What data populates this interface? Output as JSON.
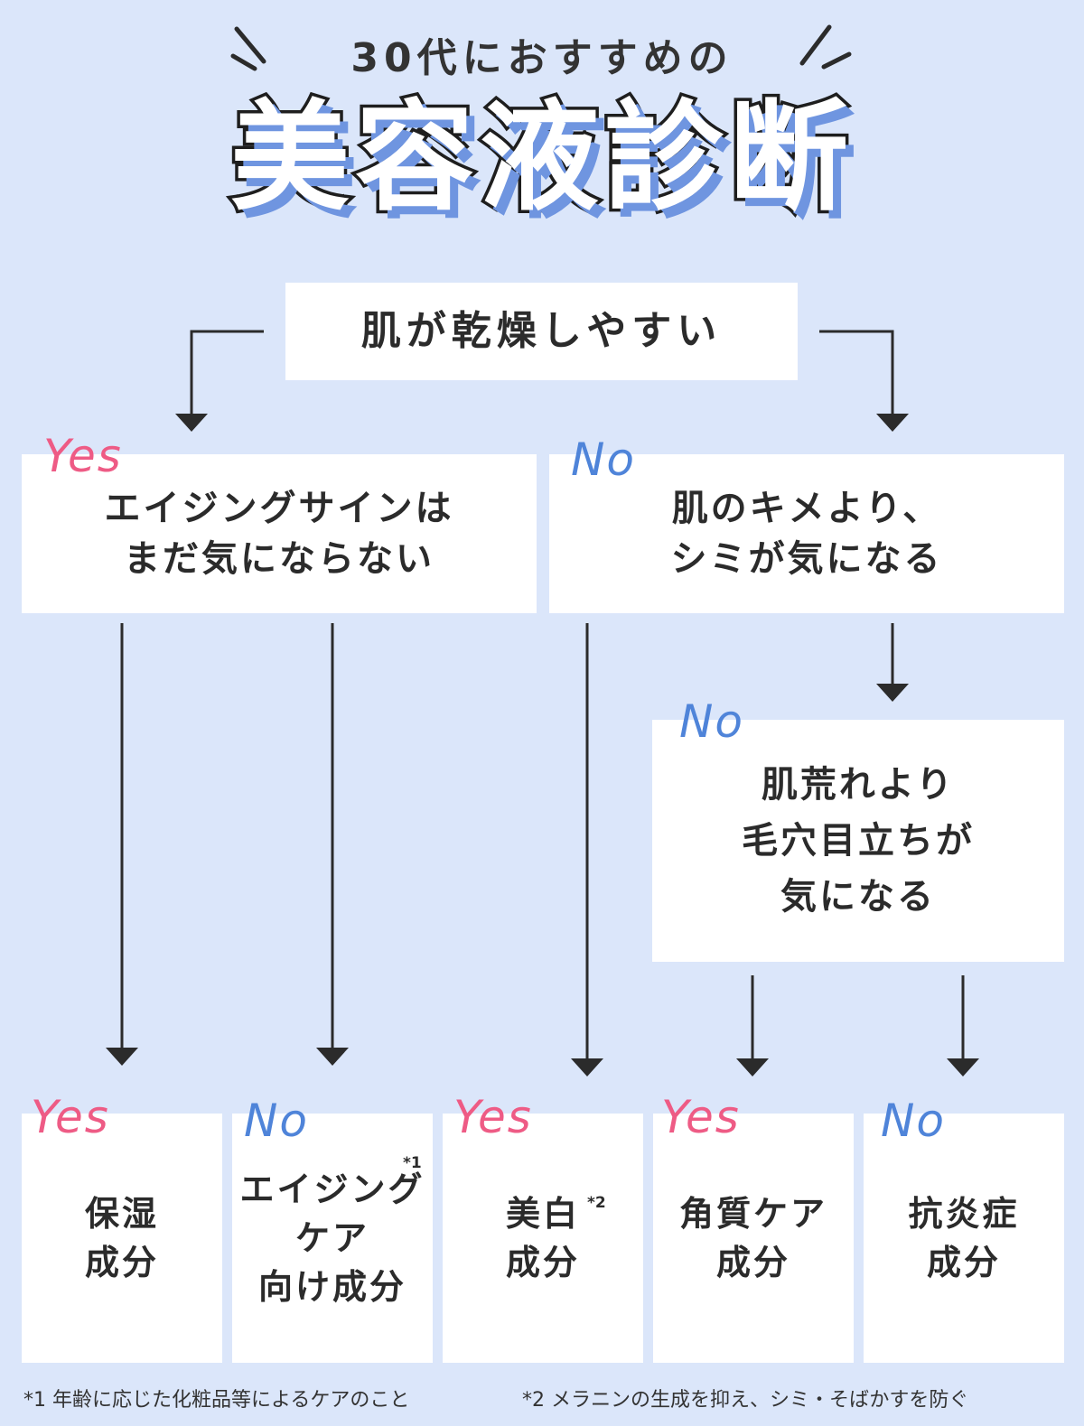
{
  "header": {
    "subtitle": "30代におすすめの",
    "title": "美容液診断"
  },
  "questions": {
    "q1": "肌が乾燥しやすい",
    "q2_yes": "エイジングサインは\nまだ気にならない",
    "q2_no": "肌のキメより、\nシミが気になる",
    "q3": "肌荒れより\n毛穴目立ちが\n気になる"
  },
  "labels": {
    "yes": "Yes",
    "no": "No"
  },
  "results": [
    {
      "tag": "Yes",
      "text": "保湿\n成分",
      "mark": ""
    },
    {
      "tag": "No",
      "text": "エイジング\nケア\n向け成分",
      "mark": "*1"
    },
    {
      "tag": "Yes",
      "text": "美白\n成分",
      "mark": "*2"
    },
    {
      "tag": "Yes",
      "text": "角質ケア\n成分",
      "mark": ""
    },
    {
      "tag": "No",
      "text": "抗炎症\n成分",
      "mark": ""
    }
  ],
  "footnotes": {
    "note1": "*1 年齢に応じた化粧品等によるケアのこと",
    "note2": "*2 メラニンの生成を抑え、シミ・そばかすを防ぐ"
  },
  "colors": {
    "background": "#dbe6fa",
    "yes": "#ee5b85",
    "no": "#4f84d9",
    "title_shadow": "#6f95e0"
  }
}
